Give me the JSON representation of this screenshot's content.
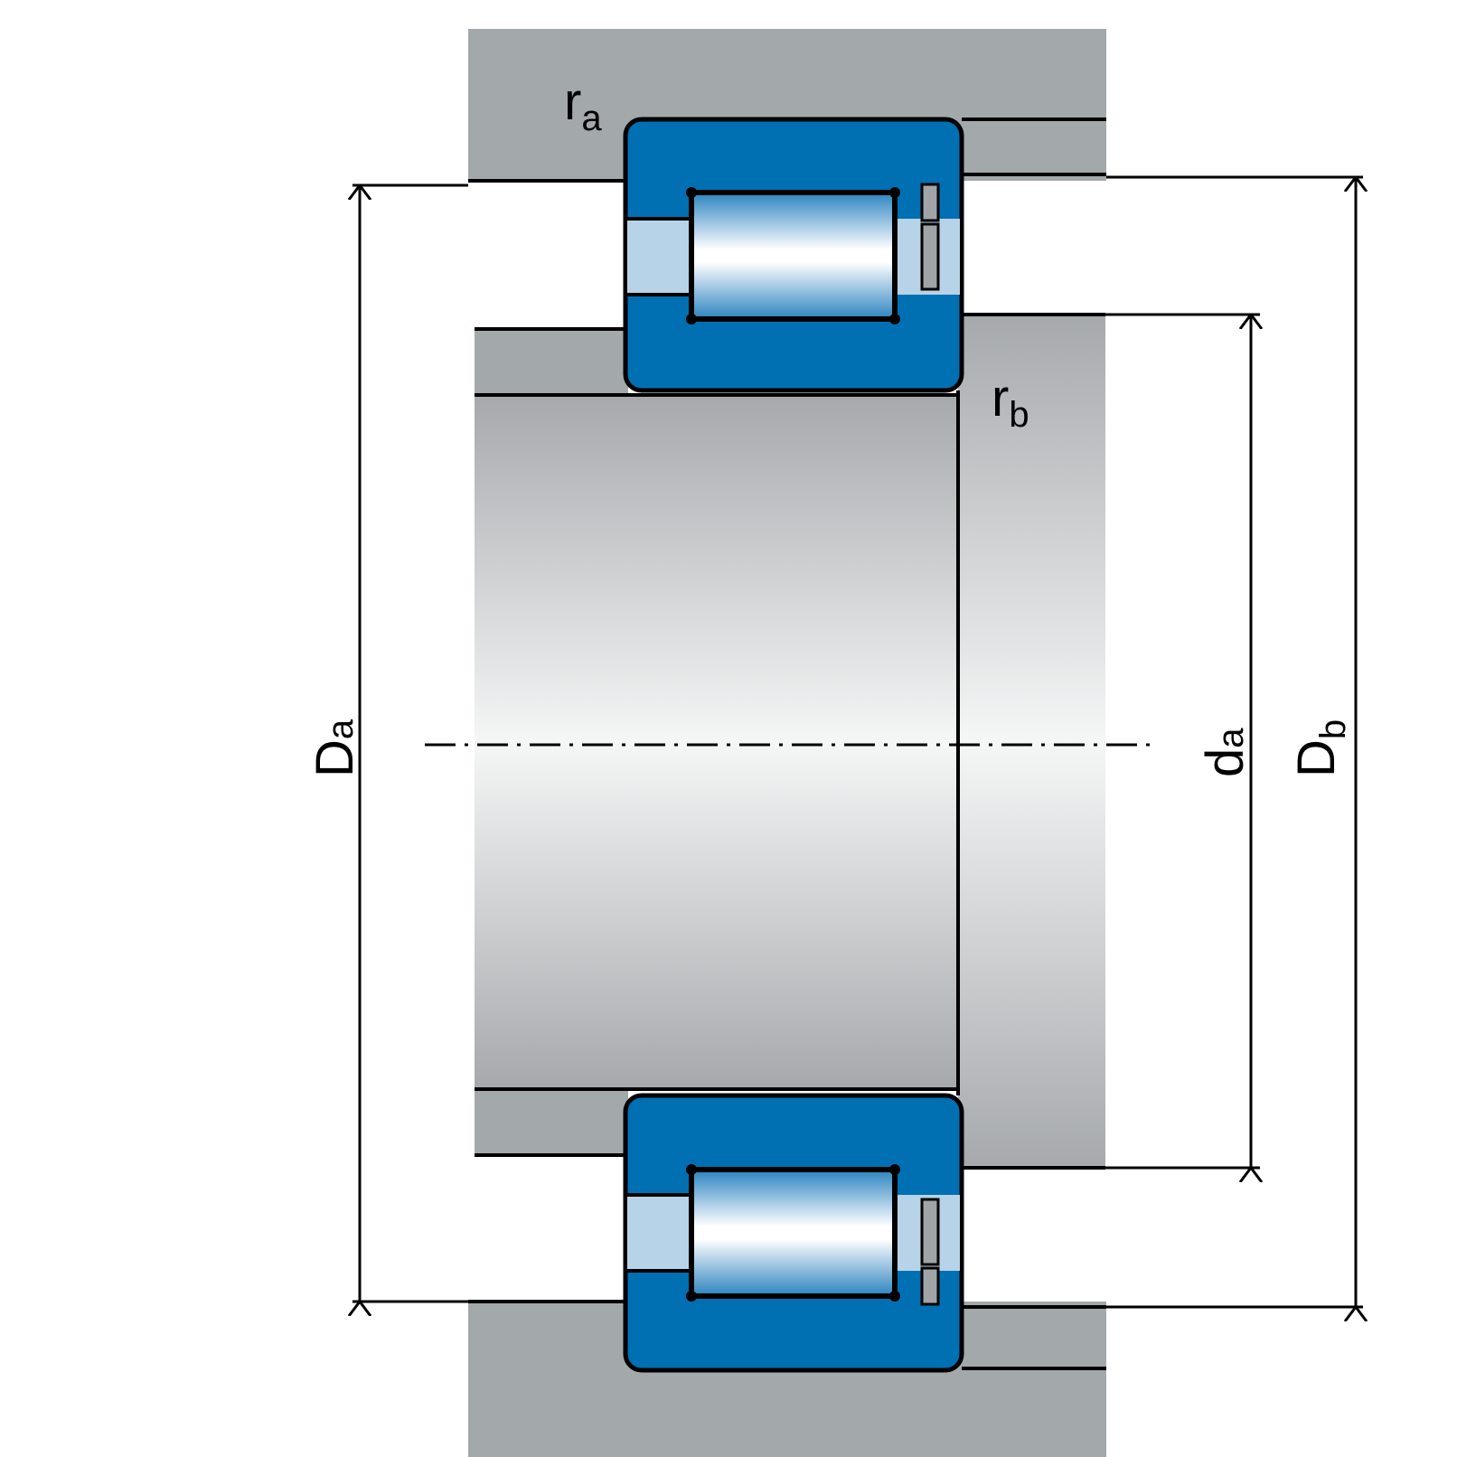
{
  "labels": {
    "ra": {
      "main": "r",
      "sub": "a"
    },
    "rb": {
      "main": "r",
      "sub": "b"
    },
    "Da": {
      "main": "D",
      "sub": "a"
    },
    "da": {
      "main": "d",
      "sub": "a"
    },
    "Db": {
      "main": "D",
      "sub": "b"
    }
  },
  "colors": {
    "housing": "#a3a8ab",
    "ring": "#0070b2",
    "roller_light": "#ffffff",
    "roller_dark": "#2b83c0",
    "cage": "#b7d3e8",
    "shaft_edge": "#a6a9ac",
    "shaft_center": "#f5f6f6",
    "snap_ring": "#a0a4a6",
    "outline": "#000000"
  }
}
